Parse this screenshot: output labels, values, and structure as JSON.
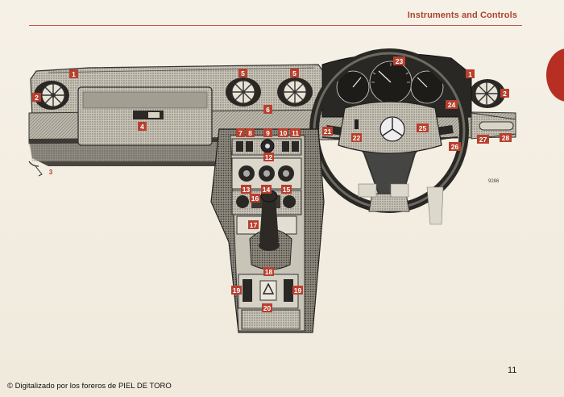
{
  "header": {
    "title": "Instruments and Controls"
  },
  "footer": {
    "page_number": "11",
    "credit": "© Digitalizado por los foreros de PIEL DE TORO"
  },
  "figure": {
    "part_code": "9286",
    "callouts": [
      "1",
      "2",
      "3",
      "4",
      "5",
      "6",
      "7",
      "8",
      "9",
      "10",
      "11",
      "12",
      "13",
      "14",
      "15",
      "16",
      "17",
      "18",
      "19",
      "20",
      "21",
      "22",
      "23",
      "24",
      "25",
      "26",
      "27",
      "28"
    ]
  },
  "colors": {
    "accent": "#a9452f",
    "tab": "#b62f22",
    "callout": "#b8402e"
  }
}
